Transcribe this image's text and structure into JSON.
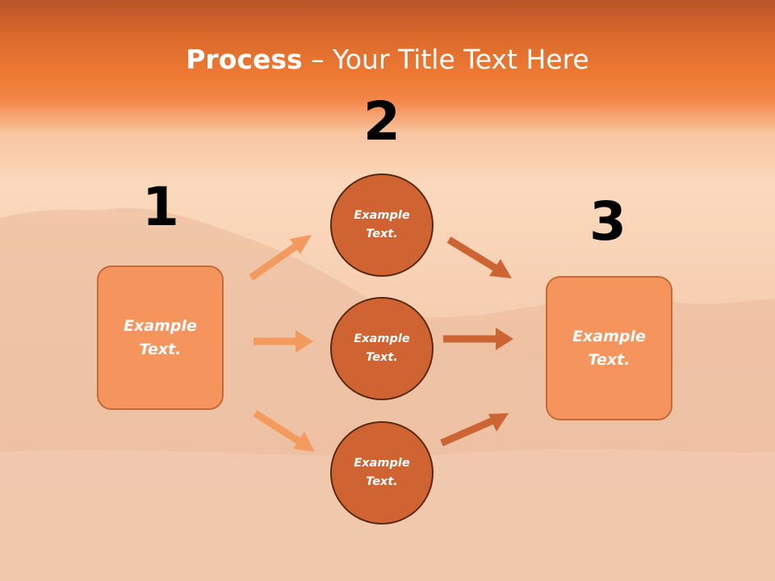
{
  "slide": {
    "title_bold": "Process",
    "title_rest": " – Your Title Text Here"
  },
  "steps": {
    "one": {
      "number": "1",
      "text": "Example Text."
    },
    "two": {
      "number": "2"
    },
    "three": {
      "number": "3",
      "text": "Example Text."
    }
  },
  "circles": [
    {
      "text": "Example Text."
    },
    {
      "text": "Example Text."
    },
    {
      "text": "Example Text."
    }
  ],
  "colors": {
    "box_fill": "#f5955d",
    "circle_fill": "#cf6432",
    "arrow_light": "#f39a5f",
    "arrow_dark": "#cc6533"
  }
}
